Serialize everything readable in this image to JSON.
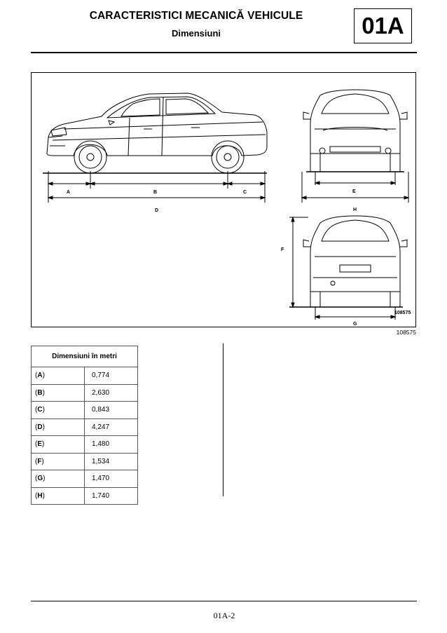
{
  "header": {
    "title": "CARACTERISTICI MECANICĂ VEHICULE",
    "subtitle": "Dimensiuni",
    "code": "01A"
  },
  "figure": {
    "dimension_labels": {
      "A": "A",
      "B": "B",
      "C": "C",
      "D": "D",
      "E": "E",
      "F": "F",
      "G": "G",
      "H": "H"
    },
    "inner_ref": "108575",
    "outer_ref": "108575"
  },
  "table": {
    "header": "Dimensiuni în metri",
    "rows": [
      {
        "open": "(",
        "key": "A",
        "close": ")",
        "value": "0,774"
      },
      {
        "open": "(",
        "key": "B",
        "close": ")",
        "value": "2,630"
      },
      {
        "open": "(",
        "key": "C",
        "close": ")",
        "value": "0,843"
      },
      {
        "open": "(",
        "key": "D",
        "close": ")",
        "value": "4,247"
      },
      {
        "open": "(",
        "key": "E",
        "close": ")",
        "value": "1,480"
      },
      {
        "open": "(",
        "key": "F",
        "close": ")",
        "value": "1,534"
      },
      {
        "open": "(",
        "key": "G",
        "close": ")",
        "value": "1,470"
      },
      {
        "open": "(",
        "key": "H",
        "close": ")",
        "value": "1,740"
      }
    ]
  },
  "footer": {
    "page": "01A-2"
  }
}
